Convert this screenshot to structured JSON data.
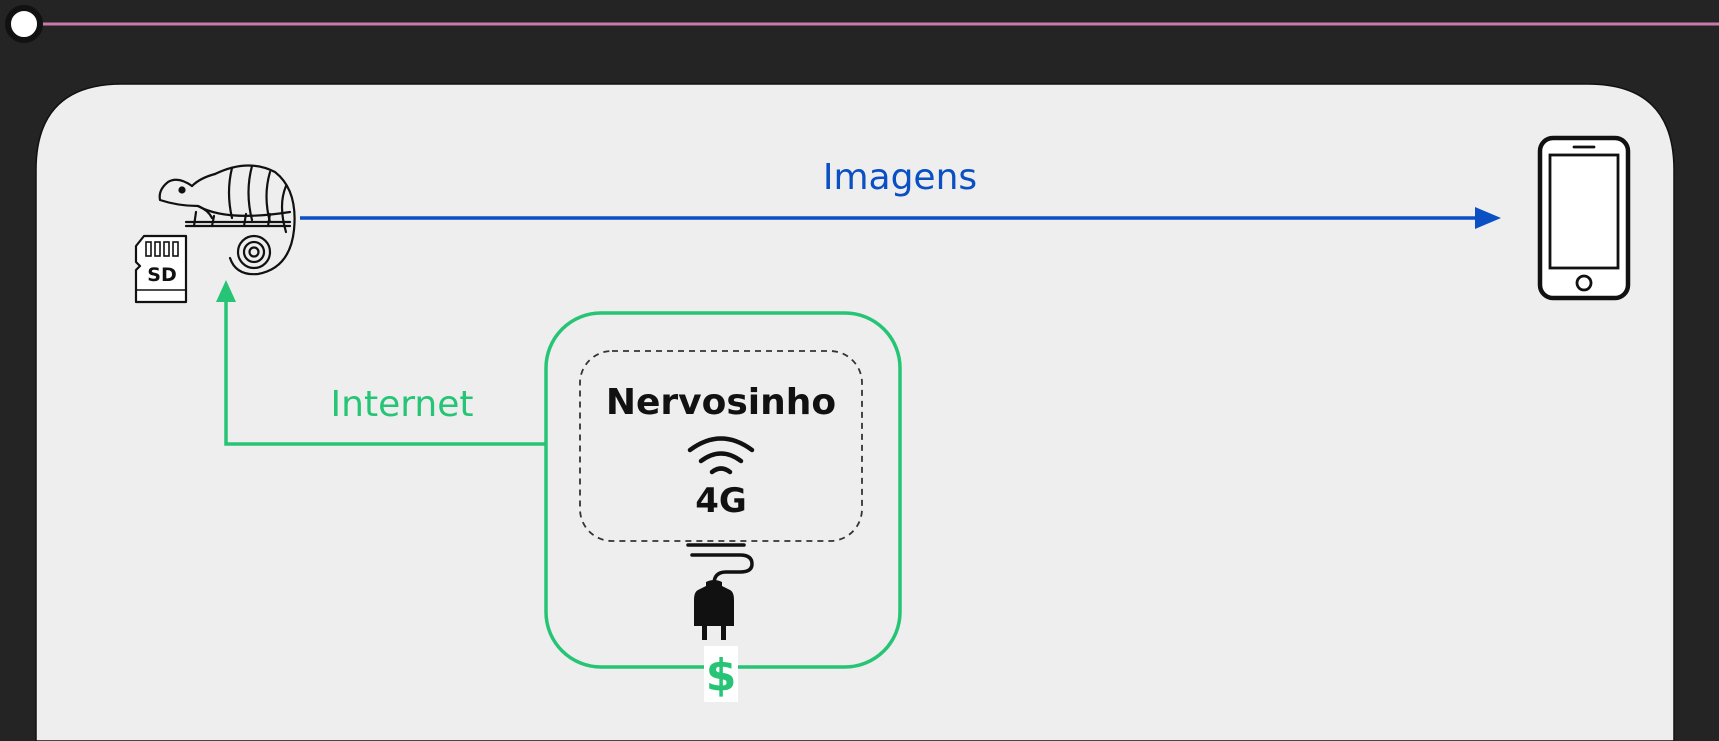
{
  "colors": {
    "background": "#242424",
    "panel": "#eeeeee",
    "timeline": "#c87aa8",
    "blue": "#0a4fc4",
    "green": "#26c475",
    "ink": "#111111"
  },
  "diagram": {
    "edge_images_label": "Imagens",
    "edge_internet_label": "Internet",
    "router_title": "Nervosinho",
    "network_badge": "4G",
    "sd_card_label": "SD",
    "cost_symbol": "$"
  },
  "icons": {
    "camera": "chameleon-icon",
    "storage": "sd-card-icon",
    "receiver": "smartphone-icon",
    "signal": "wifi-icon",
    "power": "power-plug-icon"
  }
}
